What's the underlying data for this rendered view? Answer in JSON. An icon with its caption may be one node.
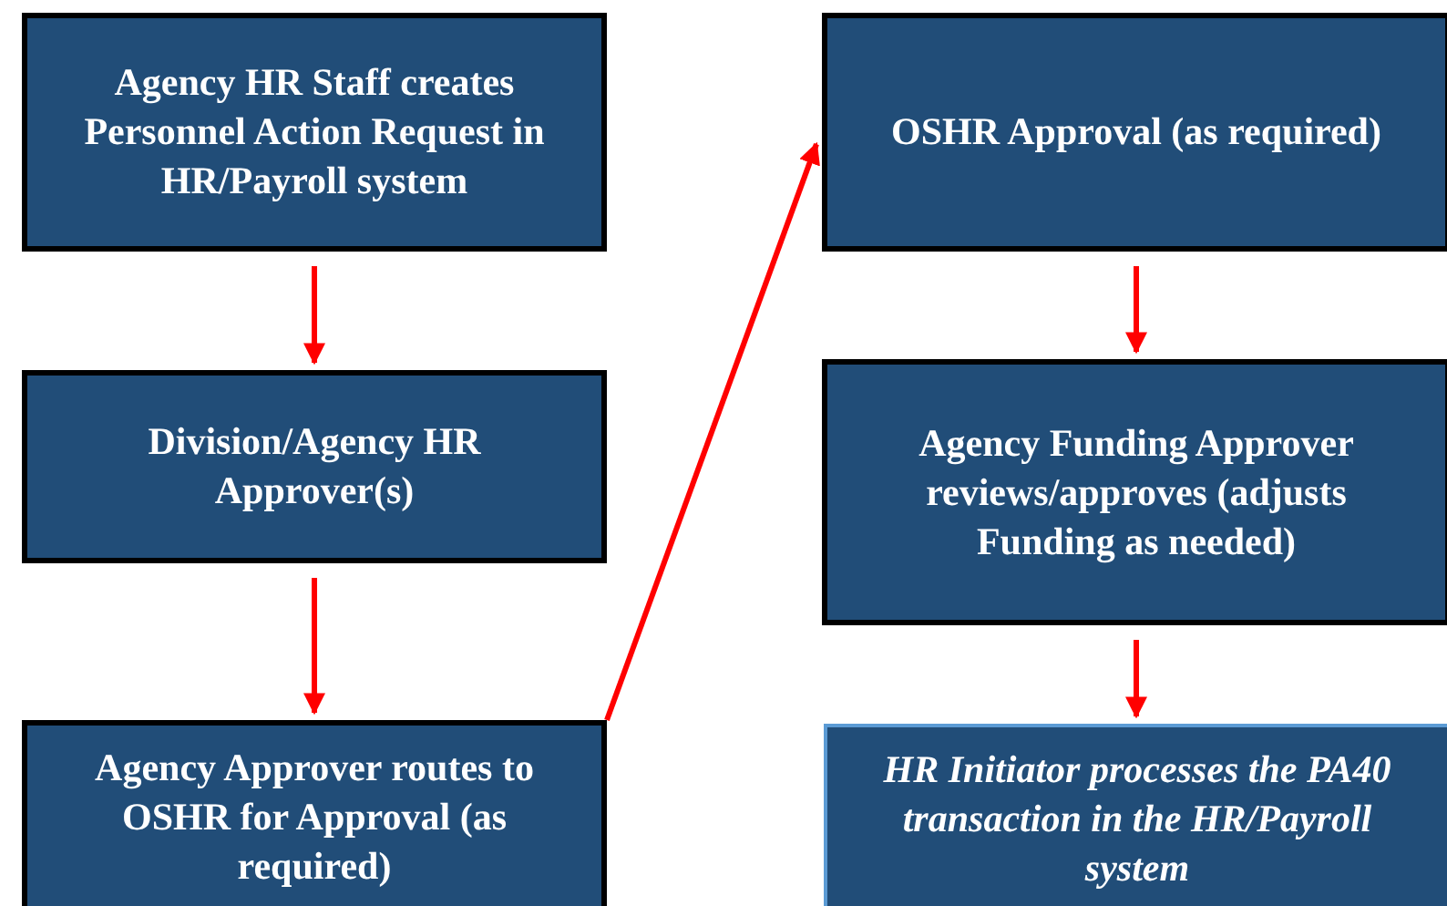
{
  "diagram": {
    "nodes": [
      {
        "text": [
          "Agency HR Staff creates Personnel Action Request in HR/Payroll system"
        ]
      },
      {
        "text": [
          "Division/Agency HR Approver(s)"
        ]
      },
      {
        "text": [
          "Agency Approver routes to OSHR for Approval (as required)"
        ]
      },
      {
        "text": [
          "OSHR Approval (as required)"
        ]
      },
      {
        "text": [
          "Agency Funding Approver reviews/approves (adjusts Funding as needed)"
        ]
      },
      {
        "text": [
          "HR Initiator processes the PA40 transaction in the HR/Payroll system"
        ]
      }
    ],
    "edges": [
      {
        "from": 0,
        "to": 1,
        "arrow": "to"
      },
      {
        "from": 1,
        "to": 2,
        "arrow": "to"
      },
      {
        "from": 2,
        "to": 3,
        "arrow": "to"
      },
      {
        "from": 3,
        "to": 4,
        "arrow": "to"
      },
      {
        "from": 4,
        "to": 5,
        "arrow": "to"
      }
    ]
  }
}
